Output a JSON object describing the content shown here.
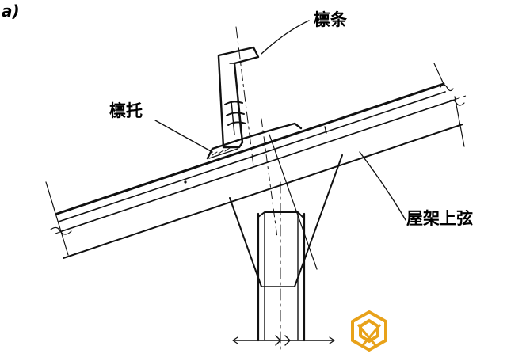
{
  "figure": {
    "label": "a)",
    "labels": {
      "purlin": "檩条",
      "purlin_cleat": "檩托",
      "truss_top_chord": "屋架上弦"
    },
    "watermark": {
      "color": "#e8a21a",
      "icon": "hexagon-logo-icon"
    },
    "line_color": "#111111"
  }
}
